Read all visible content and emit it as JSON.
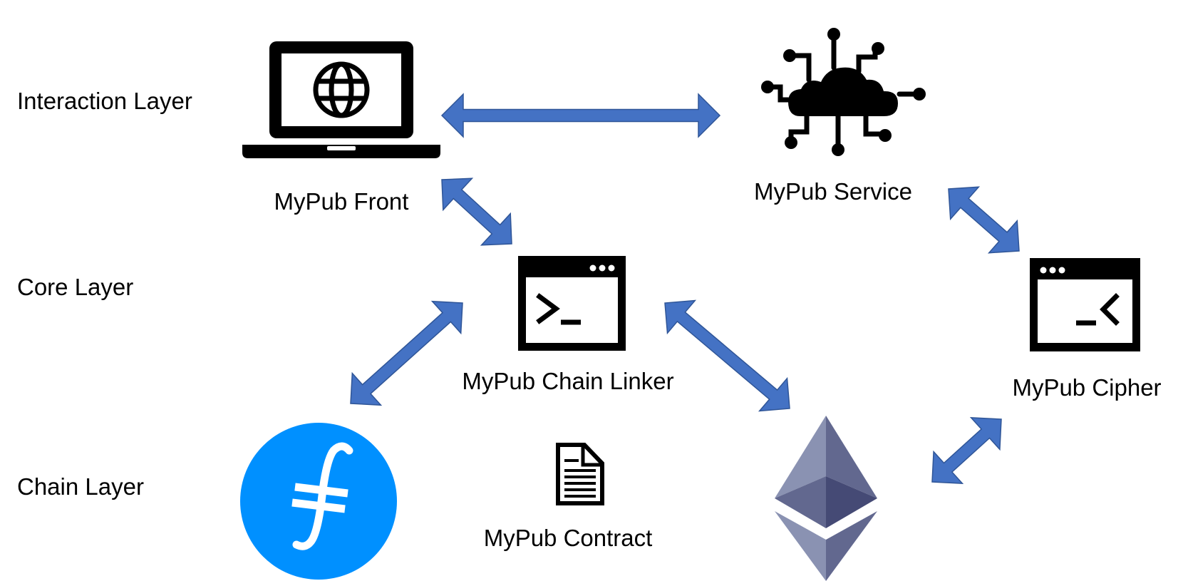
{
  "layers": {
    "interaction": "Interaction Layer",
    "core": "Core Layer",
    "chain": "Chain Layer"
  },
  "nodes": {
    "front": {
      "label": "MyPub Front",
      "icon": "laptop-globe-icon"
    },
    "service": {
      "label": "MyPub Service",
      "icon": "cloud-network-icon"
    },
    "chain_linker": {
      "label": "MyPub Chain Linker",
      "icon": "terminal-window-icon"
    },
    "cipher": {
      "label": "MyPub Cipher",
      "icon": "terminal-window-reversed-icon"
    },
    "contract": {
      "label": "MyPub Contract",
      "icon": "document-icon"
    },
    "filecoin": {
      "label": "",
      "icon": "filecoin-logo-icon"
    },
    "ethereum": {
      "label": "",
      "icon": "ethereum-logo-icon"
    }
  },
  "connections": [
    {
      "from": "front",
      "to": "service",
      "direction": "bidirectional"
    },
    {
      "from": "front",
      "to": "chain_linker",
      "direction": "bidirectional"
    },
    {
      "from": "service",
      "to": "cipher",
      "direction": "bidirectional"
    },
    {
      "from": "chain_linker",
      "to": "filecoin",
      "direction": "bidirectional"
    },
    {
      "from": "chain_linker",
      "to": "ethereum",
      "direction": "bidirectional"
    },
    {
      "from": "cipher",
      "to": "ethereum",
      "direction": "bidirectional"
    }
  ],
  "colors": {
    "arrow_fill": "#4472c4",
    "arrow_stroke": "#2f5597",
    "icon": "#000000",
    "filecoin": "#0090ff",
    "ethereum_light": "#8a92b2",
    "ethereum_mid": "#62688f",
    "ethereum_dark": "#454a75"
  }
}
